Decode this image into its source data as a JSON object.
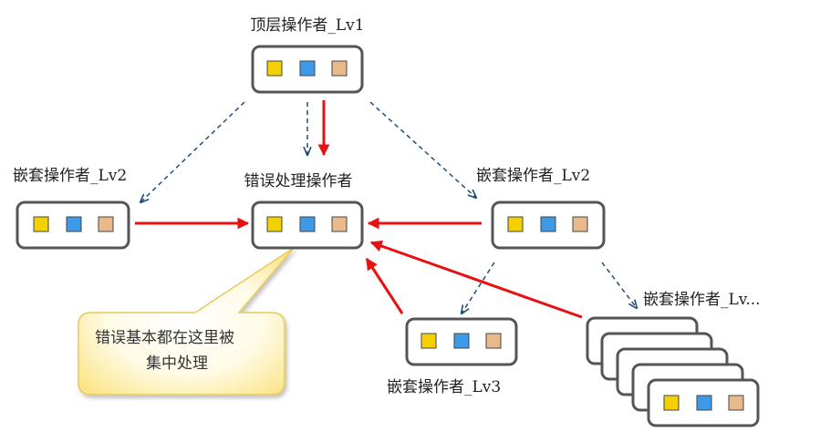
{
  "nodes": {
    "top": {
      "label": "顶层操作者_Lv1"
    },
    "center": {
      "label": "错误处理操作者"
    },
    "left": {
      "label": "嵌套操作者_Lv2"
    },
    "right": {
      "label": "嵌套操作者_Lv2"
    },
    "lv3": {
      "label": "嵌套操作者_Lv3"
    },
    "stack": {
      "label": "嵌套操作者_Lv..."
    }
  },
  "callout": {
    "line1": "错误基本都在这里被",
    "line2": "集中处理"
  },
  "colors": {
    "square_yellow": "#f5d000",
    "square_blue": "#3d9ae8",
    "square_tan": "#e8b98a",
    "box_border": "#555555",
    "dashed_arrow": "#1f4e79",
    "error_arrow": "#e81010",
    "callout_fill": "#fff3b0",
    "callout_edge": "#e8c95a"
  }
}
